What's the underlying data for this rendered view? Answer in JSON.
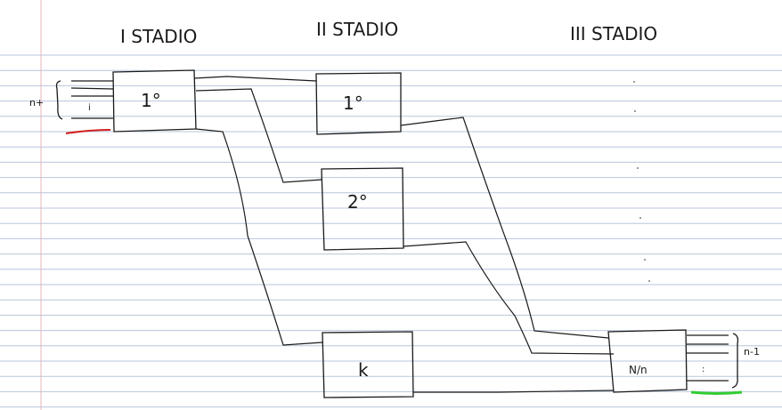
{
  "stages": {
    "stage1": "I STADIO",
    "stage2": "II STADIO",
    "stage3": "III STADIO"
  },
  "switches": {
    "s1_label": "1°",
    "s2_label": "1°",
    "s3_label": "2°",
    "s4_label": "k",
    "s5_label": "N/n"
  },
  "side_labels": {
    "left_input": "n+",
    "left_input_index": "i",
    "right_output": "n-1",
    "right_output_index": ":"
  },
  "colors": {
    "paper": "#ffffff",
    "rule_line": "#b9c6dd",
    "margin_line": "#e8b4b8",
    "ink": "#1a1a1a",
    "red_mark": "#d22020",
    "green_mark": "#33cc33"
  }
}
